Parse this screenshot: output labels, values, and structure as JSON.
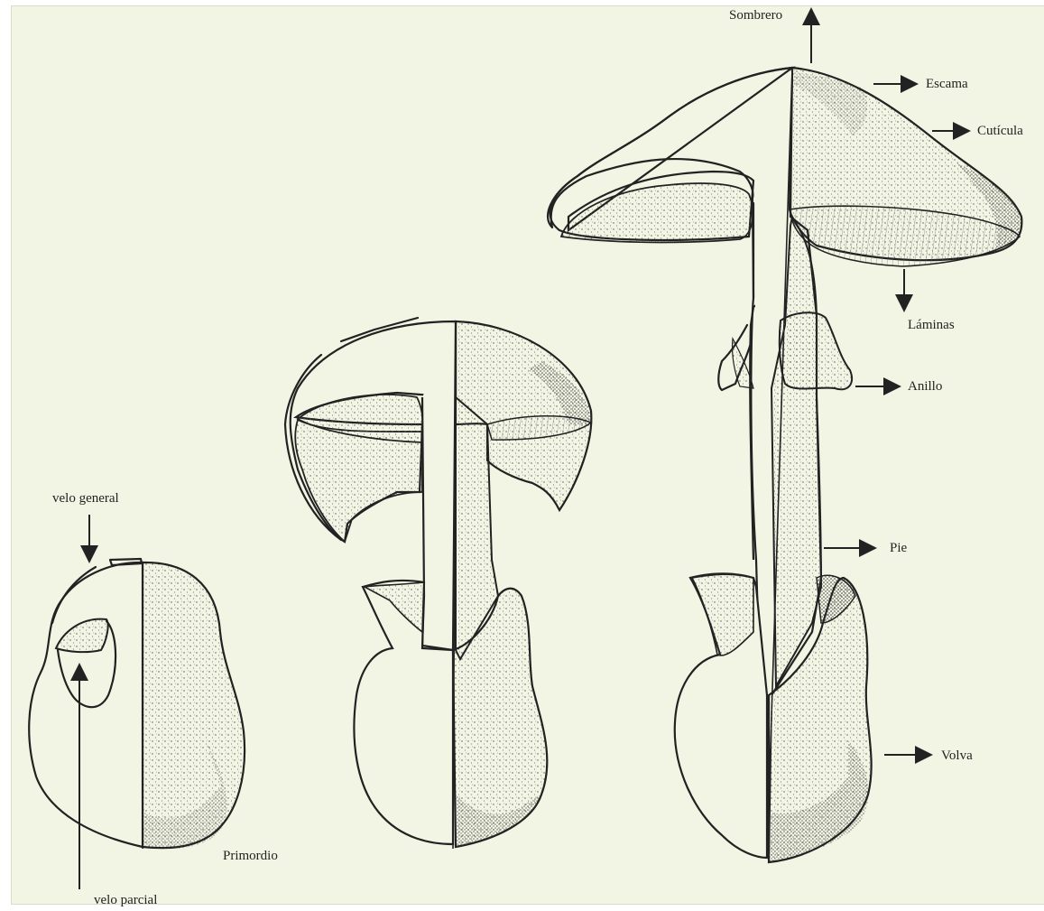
{
  "colors": {
    "background": "#f3f5e4",
    "ink": "#222222",
    "shade": "#555555"
  },
  "labels": {
    "velo_general": "velo general",
    "velo_parcial": "velo parcial",
    "primordio": "Primordio",
    "sombrero": "Sombrero",
    "escama": "Escama",
    "cuticula": "Cutícula",
    "laminas": "Láminas",
    "anillo": "Anillo",
    "pie": "Pie",
    "volva": "Volva"
  }
}
